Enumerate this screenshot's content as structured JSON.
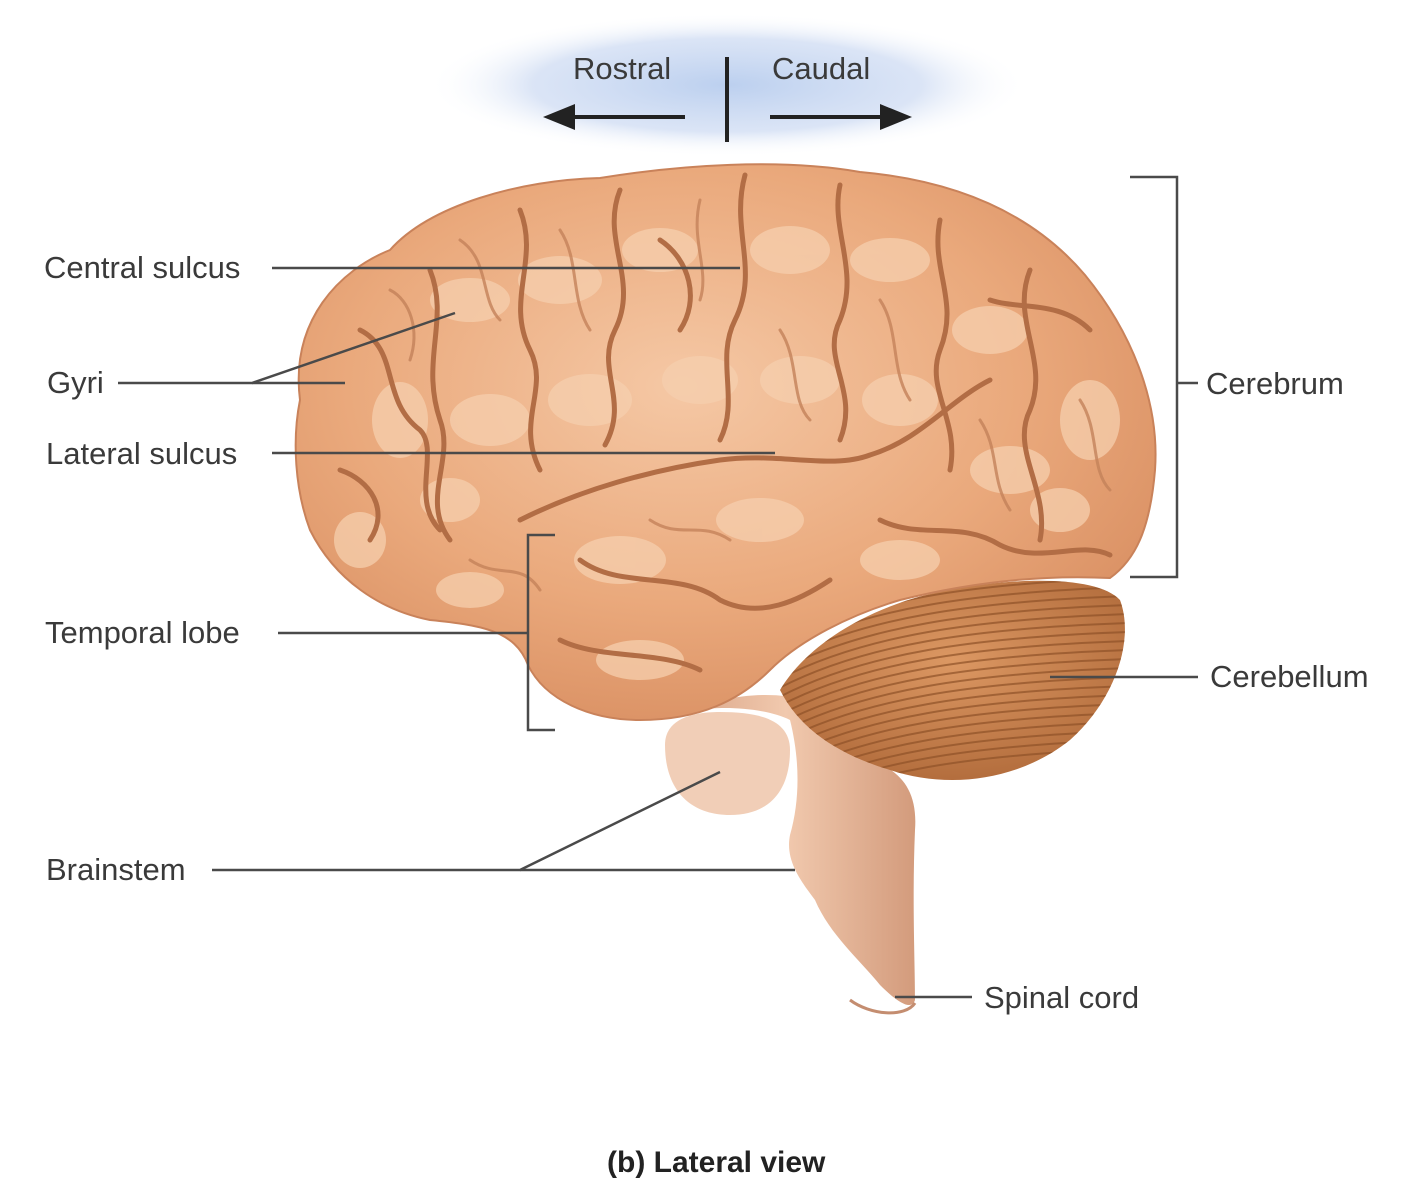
{
  "direction": {
    "rostral": "Rostral",
    "caudal": "Caudal"
  },
  "labels": {
    "central_sulcus": "Central sulcus",
    "gyri": "Gyri",
    "lateral_sulcus": "Lateral sulcus",
    "temporal_lobe": "Temporal lobe",
    "brainstem": "Brainstem",
    "cerebrum": "Cerebrum",
    "cerebellum": "Cerebellum",
    "spinal_cord": "Spinal cord"
  },
  "caption": "(b) Lateral view",
  "colors": {
    "brain_fill": "#e9a97c",
    "gyrus_light": "#f2c29d",
    "sulcus_dark": "#b9744a",
    "cerebellum_fill": "#c77f4b",
    "brainstem_fill": "#e6b596",
    "leader_line": "#555555",
    "direction_glow": "#c7d8f0"
  }
}
